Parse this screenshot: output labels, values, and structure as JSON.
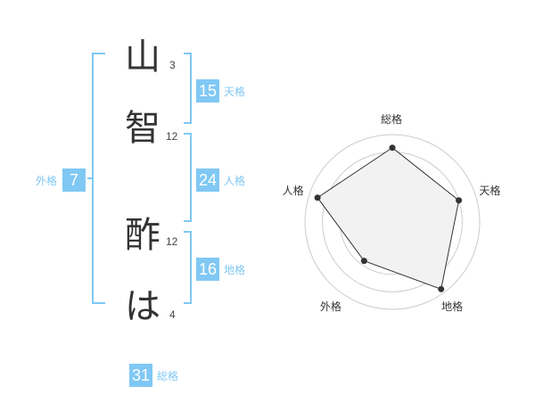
{
  "name_chars": [
    {
      "char": "山",
      "strokes": "3"
    },
    {
      "char": "智",
      "strokes": "12"
    },
    {
      "char": "酢",
      "strokes": "12"
    },
    {
      "char": "は",
      "strokes": "4"
    }
  ],
  "kakusu": {
    "ten": {
      "value": "15",
      "label": "天格"
    },
    "jin": {
      "value": "24",
      "label": "人格"
    },
    "chi": {
      "value": "16",
      "label": "地格"
    },
    "gai": {
      "value": "7",
      "label": "外格"
    },
    "sou": {
      "value": "31",
      "label": "総格"
    }
  },
  "colors": {
    "accent": "#80c8f4",
    "text": "#333333",
    "radar_fill": "#f2f2f2",
    "radar_line": "#333333",
    "grid": "#cccccc"
  },
  "chart_data": {
    "type": "radar",
    "axes": [
      "総格",
      "天格",
      "地格",
      "外格",
      "人格"
    ],
    "values": [
      0.85,
      0.8,
      0.95,
      0.55,
      0.9
    ],
    "max": 1,
    "rings": 5,
    "grid": true
  }
}
